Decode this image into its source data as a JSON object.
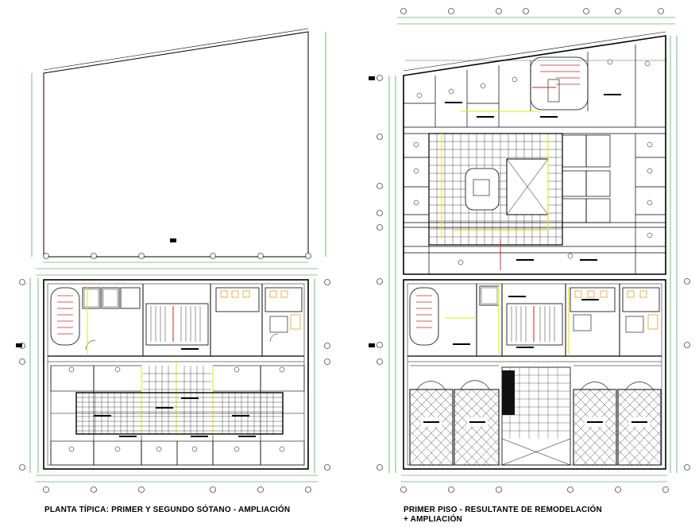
{
  "drawing": {
    "left_plan": {
      "caption": "PLANTA TÍPICA: PRIMER Y SEGUNDO SÓTANO - AMPLIACIÓN"
    },
    "right_plan": {
      "caption_line1": "PRIMER PISO - RESULTANTE DE REMODELACIÓN",
      "caption_line2": "+ AMPLIACIÓN"
    },
    "colors": {
      "line": "#000000",
      "dimension": "#1a8a1a",
      "accent": "#e8e800",
      "stair": "#d42020",
      "fixture": "#e09000"
    }
  }
}
